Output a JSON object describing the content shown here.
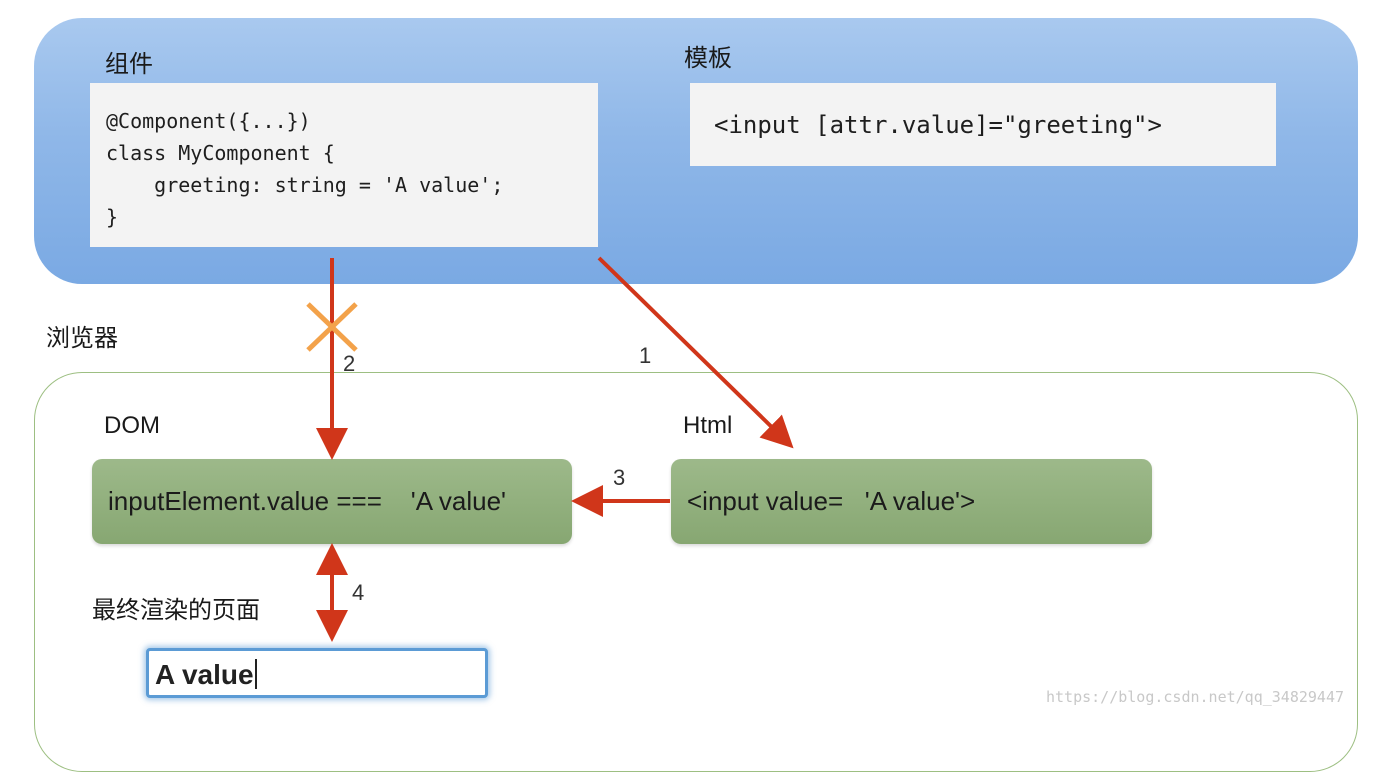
{
  "component_section": {
    "label": "组件",
    "code_lines": [
      "@Component({...})",
      "class MyComponent {",
      "    greeting: string = 'A value';",
      "}"
    ]
  },
  "template_section": {
    "label": "模板",
    "code": "<input [attr.value]=\"greeting\">"
  },
  "browser_section": {
    "label": "浏览器",
    "dom_label": "DOM",
    "html_label": "Html",
    "dom_box_text": "inputElement.value ===    'A value'",
    "html_box_text": "<input value=   'A value'>",
    "rendered_label": "最终渲染的页面",
    "input_value": "A value"
  },
  "steps": {
    "step1": "1",
    "step2": "2",
    "step3": "3",
    "step4": "4"
  },
  "colors": {
    "arrow": "#d0361a",
    "cross": "#f3a24a",
    "top_panel": "#8fb7e8",
    "green_box": "#93b07e"
  },
  "watermark": "https://blog.csdn.net/qq_34829447"
}
